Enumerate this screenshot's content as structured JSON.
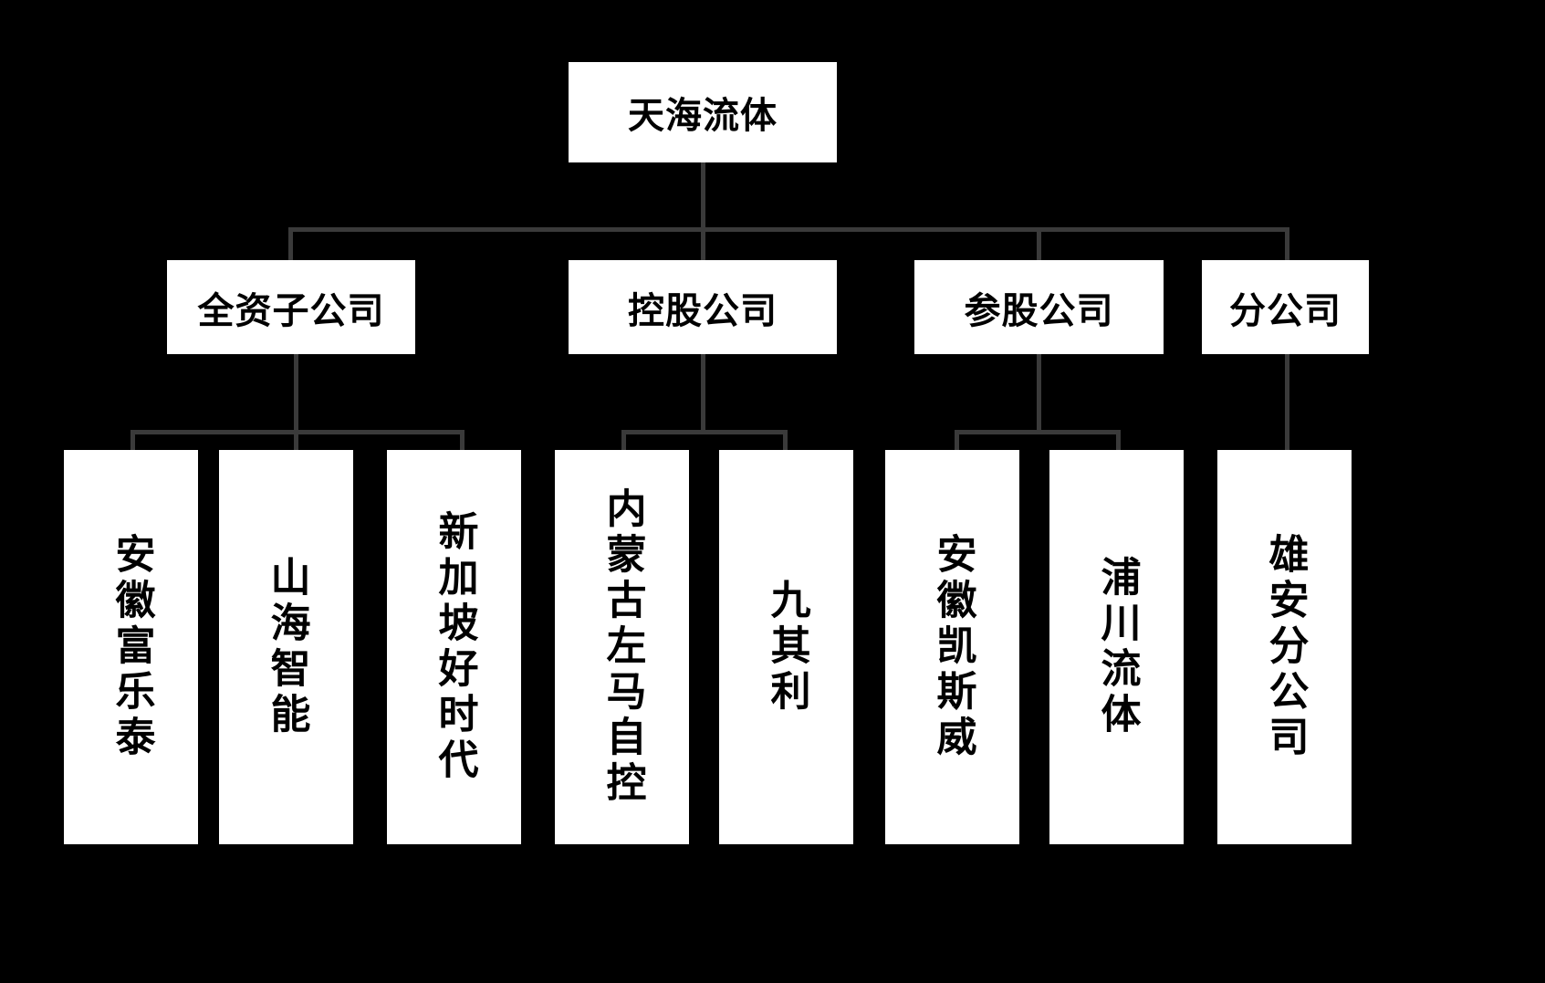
{
  "diagram": {
    "type": "organization-chart",
    "background_color": "#000000",
    "node_fill_color": "#ffffff",
    "node_text_color": "#000000",
    "connector_color": "#3a3a3a",
    "root": {
      "label": "天海流体"
    },
    "branches": [
      {
        "label": "全资子公司",
        "children": [
          {
            "label": "安徽富乐泰"
          },
          {
            "label": "山海智能"
          },
          {
            "label": "新加坡好时代"
          }
        ]
      },
      {
        "label": "控股公司",
        "children": [
          {
            "label": "内蒙古左马自控"
          },
          {
            "label": "九其利"
          }
        ]
      },
      {
        "label": "参股公司",
        "children": [
          {
            "label": "安徽凯斯威"
          },
          {
            "label": "浦川流体"
          }
        ]
      },
      {
        "label": "分公司",
        "children": [
          {
            "label": "雄安分公司"
          }
        ]
      }
    ]
  }
}
